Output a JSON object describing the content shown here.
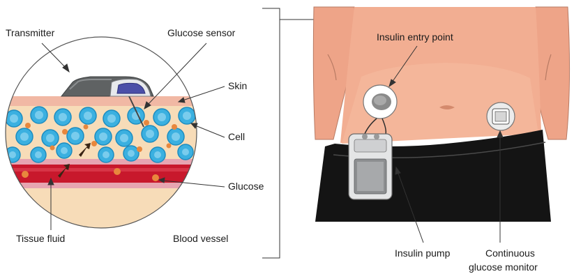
{
  "labels": {
    "transmitter": "Transmitter",
    "glucose_sensor": "Glucose sensor",
    "skin": "Skin",
    "cell": "Cell",
    "glucose": "Glucose",
    "tissue_fluid": "Tissue fluid",
    "blood_vessel": "Blood vessel",
    "insulin_entry_point": "Insulin entry point",
    "insulin_pump": "Insulin pump",
    "cgm_line1": "Continuous",
    "cgm_line2": "glucose monitor"
  },
  "colors": {
    "skin_tone": "#f0a88a",
    "tissue": "#f7dcb8",
    "cell_fill": "#3bb0e0",
    "cell_inner": "#8fd6f2",
    "glucose_dot": "#e8873d",
    "blood": "#c8182c",
    "garment": "#141414",
    "device_grey": "#6b6b6b"
  }
}
